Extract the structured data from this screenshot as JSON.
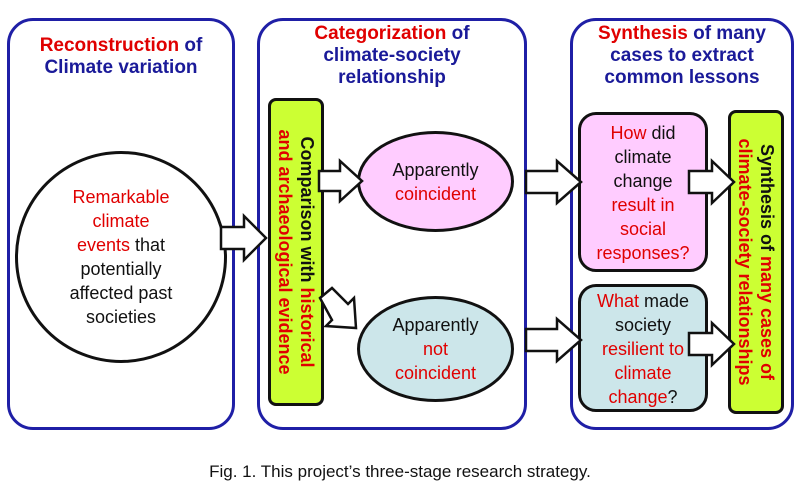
{
  "stage1": {
    "title_a": "Reconstruction",
    "title_b": " of",
    "title_c": "Climate variation",
    "circle": {
      "l1": "Remarkable",
      "l2": "climate",
      "l3a": "events",
      "l3b": " that",
      "l4": "potentially",
      "l5": "affected past",
      "l6": "societies"
    }
  },
  "stage2": {
    "title_a": "Categorization",
    "title_b": " of",
    "title_c": "climate-society",
    "title_d": "relationship",
    "bar": {
      "l1a": "Comparison with ",
      "l1b": "historical",
      "l2": "and archaeological evidence"
    },
    "ellipse_top": {
      "l1": "Apparently",
      "l2": "coincident"
    },
    "ellipse_bottom": {
      "l1": "Apparently",
      "l2": "not",
      "l3": "coincident"
    }
  },
  "stage3": {
    "title_a": "Synthesis",
    "title_b": " of many",
    "title_c": "cases to extract",
    "title_d": "common lessons",
    "box_top": {
      "l1a": "How",
      "l1b": " did",
      "l2": "climate",
      "l3": "change",
      "l4": "result in",
      "l5": "social",
      "l6": "responses?"
    },
    "box_bottom": {
      "l1a": "What",
      "l1b": " made",
      "l2": "society",
      "l3": "resilient to",
      "l4": "climate",
      "l5a": "change",
      "l5b": "?"
    },
    "bar": {
      "l1": "Synthesis of ",
      "l1b": "many cases of",
      "l2": "climate-society relationships"
    }
  },
  "caption": "Fig. 1. This project’s three-stage research strategy.",
  "colors": {
    "frame": "#1f1fa6",
    "title_red": "#e00000",
    "title_blue": "#1a1a99",
    "bar_fill": "#ccff33",
    "pink": "#ffccff",
    "lightblue": "#cce6ea"
  }
}
